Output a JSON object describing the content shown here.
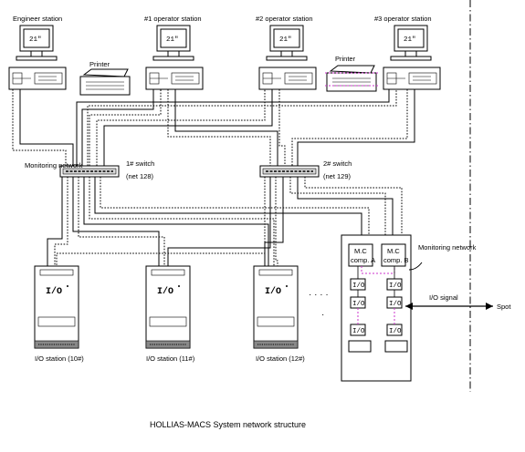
{
  "diagram": {
    "caption": "HOLLIAS-MACS System network structure",
    "stations": {
      "engineer": "Engineer station",
      "op1": "#1 operator station",
      "op2": "#2 operator station",
      "op3": "#3 operator station"
    },
    "monitor_text": "21\"",
    "printer": "Printer",
    "monitoring_network": "Monitoring network",
    "monitoring_network_2": "Monitoring network",
    "switch1": {
      "name": "1# switch",
      "net": "(net 128)"
    },
    "switch2": {
      "name": "2# switch",
      "net": "(net 129)"
    },
    "io_label": "I/O",
    "io_stations": [
      "I/O station (10#)",
      "I/O station (11#)",
      "I/O station (12#)"
    ],
    "mc_a": {
      "top": "M.C",
      "bottom": "comp. A"
    },
    "mc_b": {
      "top": "M.C",
      "bottom": "comp. B"
    },
    "io_signal": "I/O signal",
    "spot": "Spot",
    "ellipsis": "· · · ·",
    "dot": "·"
  }
}
